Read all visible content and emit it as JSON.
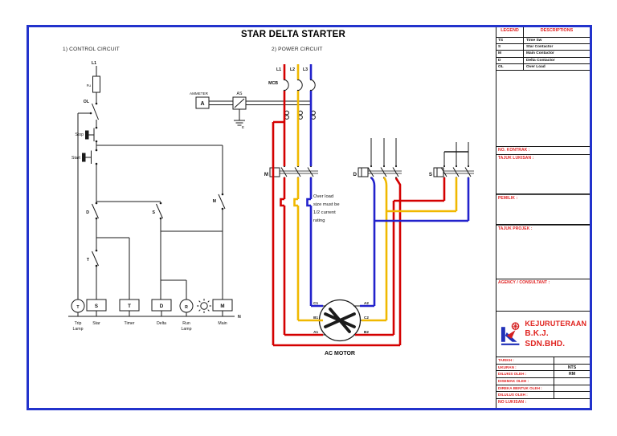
{
  "page": {
    "title": "STAR DELTA STARTER",
    "control_section": "1) CONTROL CIRCUIT",
    "power_section": "2) POWER CIRCUIT"
  },
  "legend": {
    "header_legend": "LEGEND",
    "header_desc": "DESCRIPTIONS",
    "rows": [
      {
        "abbr": "TS",
        "desc": "Time Sw"
      },
      {
        "abbr": "S",
        "desc": "Star Contactor"
      },
      {
        "abbr": "M",
        "desc": "Main Contactor"
      },
      {
        "abbr": "D",
        "desc": "Delta Contactor"
      },
      {
        "abbr": "OL",
        "desc": "Over Load"
      }
    ]
  },
  "control": {
    "l1": "L1",
    "fuse": "Fu",
    "ol": "OL",
    "stop": "Stop",
    "start": "Start",
    "contact_d": "D",
    "contact_t": "T",
    "contact_s": "S",
    "contact_m": "M",
    "coil_star": "S",
    "coil_timer": "T",
    "coil_delta": "D",
    "coil_main": "M",
    "trip_lamp": "T",
    "run_lamp": "R",
    "neutral": "N",
    "lbl_trip_1": "Trip",
    "lbl_trip_2": "Lamp",
    "lbl_star": "Star",
    "lbl_timer": "Timer",
    "lbl_delta": "Delta",
    "lbl_run_1": "Run",
    "lbl_run_2": "Lamp",
    "lbl_main": "Main"
  },
  "power": {
    "l1": "L1",
    "l2": "L2",
    "l3": "L3",
    "mcb": "MCB",
    "ammeter": "AMMETER",
    "ammeter_symbol": "A",
    "selector": "AS",
    "earth": "E",
    "contactor_m": "M",
    "contactor_d": "D",
    "contactor_s": "S",
    "note_1": "Over load",
    "note_2": "size must be",
    "note_3": "1/2 current",
    "note_4": "rating",
    "motor": "AC MOTOR",
    "t_c1": "C1",
    "t_b1": "B1",
    "t_a1": "A1",
    "t_a2": "A2",
    "t_c2": "C2",
    "t_b2": "B2"
  },
  "titleblock": {
    "no_kontrak": "NO. KONTRAK :",
    "tajuk_lukisan": "TAJUK LUKISAN :",
    "pemilik": "PEMILIK :",
    "tajuk_projek": "TAJUK PROJEK :",
    "agency": "AGENCY / CONSULTANT :",
    "company_1": "KEJURUTERAAN",
    "company_2": "B.K.J. SDN.BHD.",
    "rows": [
      {
        "label": "TARIKH :",
        "value": ""
      },
      {
        "label": "UKURAN :",
        "value": "NTS"
      },
      {
        "label": "DILUKIS OLEH :",
        "value": "RM"
      },
      {
        "label": "DISEMAK OLEH :",
        "value": ""
      },
      {
        "label": "DIREKA BENTUK OLEH :",
        "value": ""
      },
      {
        "label": "DILULUS OLEH :",
        "value": ""
      }
    ],
    "no_lukisan": "NO LUKISAN :"
  },
  "colors": {
    "border_blue": "#2233cc",
    "wire_red": "#d40000",
    "wire_yellow": "#f0b800",
    "wire_blue": "#2222cc",
    "label_red": "#e02020"
  }
}
